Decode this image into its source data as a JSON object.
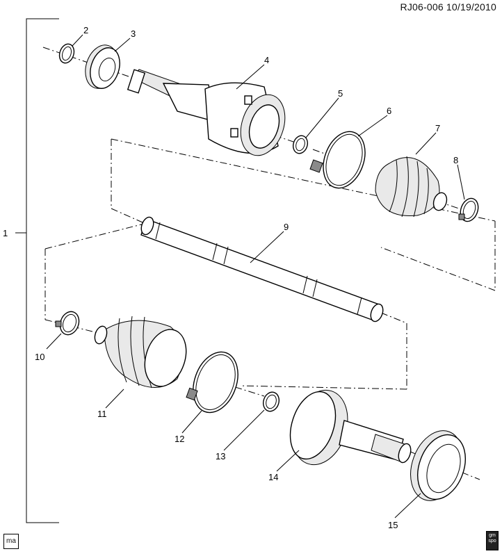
{
  "header": {
    "code": "RJ06-006 10/19/2010"
  },
  "callouts": [
    "1",
    "2",
    "3",
    "4",
    "5",
    "6",
    "7",
    "8",
    "9",
    "10",
    "11",
    "12",
    "13",
    "14",
    "15"
  ],
  "stamps": {
    "left": "ma",
    "right": "gm spo"
  }
}
